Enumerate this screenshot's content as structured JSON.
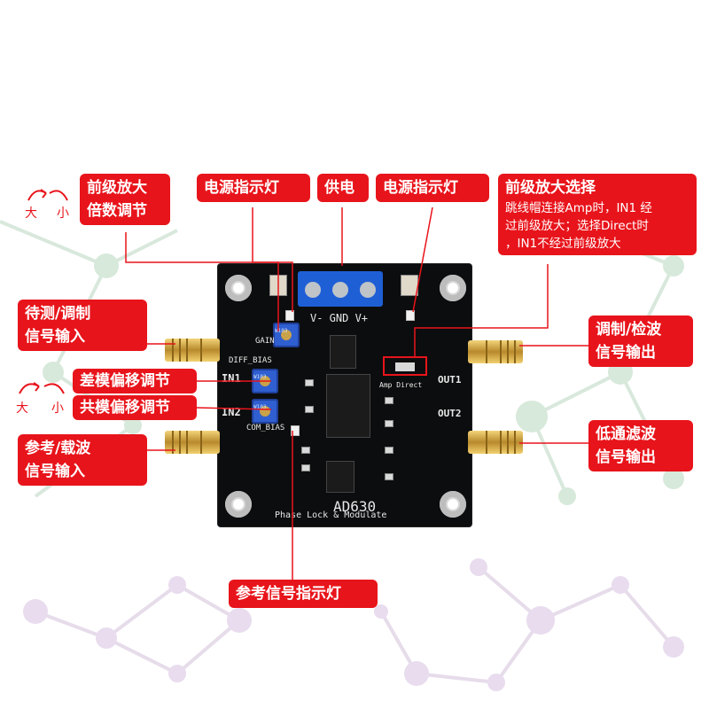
{
  "labels": {
    "preamp_gain": [
      "前级放大",
      "倍数调节"
    ],
    "power_led_left": "电源指示灯",
    "power_supply": "供电",
    "power_led_right": "电源指示灯",
    "preamp_select": {
      "title": "前级放大选择",
      "lines": [
        "跳线帽连接Amp时，IN1 经",
        "过前级放大；选择Direct时",
        "，IN1不经过前级放大"
      ]
    },
    "signal_input": [
      "待测/调制",
      "信号输入"
    ],
    "diff_bias": "差模偏移调节",
    "common_bias": "共模偏移调节",
    "ref_input": [
      "参考/载波",
      "信号输入"
    ],
    "modulate_output": [
      "调制/检波",
      "信号输出"
    ],
    "lowpass_output": [
      "低通滤波",
      "信号输出"
    ],
    "ref_led": "参考信号指示灯"
  },
  "dial_hints": {
    "top": {
      "left": "大",
      "right": "小"
    },
    "bottom": {
      "left": "大",
      "right": "小"
    }
  },
  "board": {
    "chip_name": "AD630",
    "subtitle": "Phase Lock & Modulate",
    "power_pins": "V-  GND  V+",
    "in1": "IN1",
    "in2": "IN2",
    "out1": "OUT1",
    "out2": "OUT2",
    "gain": "GAIN",
    "diff_bias": "DIFF_BIAS",
    "com_bias": "COM_BIAS",
    "amp_direct": "Amp Direct",
    "pot_marks": [
      "W103",
      "W103",
      "W103"
    ]
  },
  "colors": {
    "label_bg": "#e8141b",
    "callout_line": "#e8141b",
    "pcb": "#0c0d0e",
    "pot": "#2f5fd0",
    "terminal": "#1f5fd6",
    "background_network": "#cfe6d2"
  }
}
